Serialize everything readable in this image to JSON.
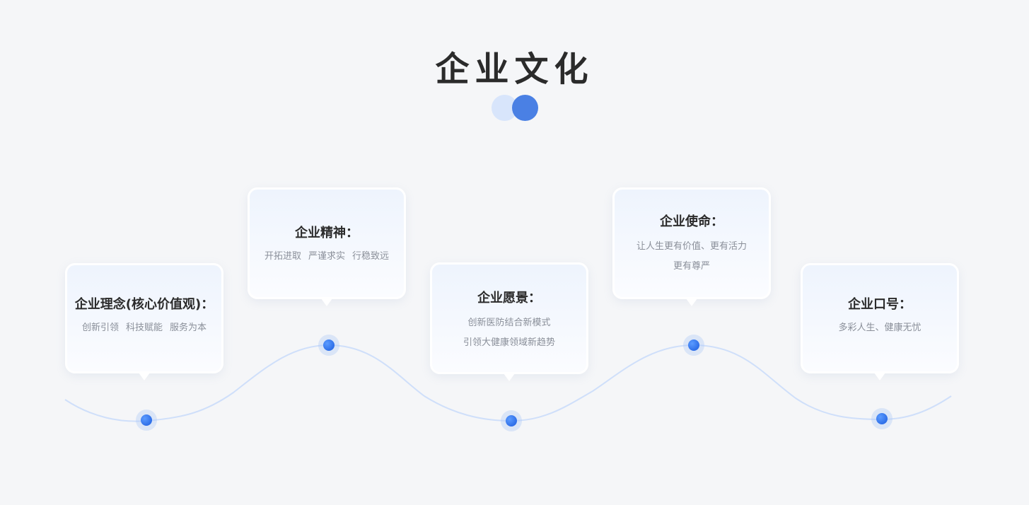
{
  "page": {
    "title": "企业文化"
  },
  "cards": [
    {
      "title": "企业理念(核心价值观)：",
      "lines": [
        [
          "创新引领",
          "科技赋能",
          "服务为本"
        ]
      ]
    },
    {
      "title": "企业精神：",
      "lines": [
        [
          "开拓进取",
          "严谨求实",
          "行稳致远"
        ]
      ]
    },
    {
      "title": "企业愿景：",
      "lines": [
        [
          "创新医防结合新模式"
        ],
        [
          "引领大健康领域新趋势"
        ]
      ]
    },
    {
      "title": "企业使命：",
      "lines": [
        [
          "让人生更有价值、更有活力"
        ],
        [
          "更有尊严"
        ]
      ]
    },
    {
      "title": "企业口号：",
      "lines": [
        [
          "多彩人生、健康无忧"
        ]
      ]
    }
  ],
  "colors": {
    "background": "#f5f6f8",
    "accent": "#4a80e4",
    "accent_light": "#d8e5fb",
    "wave": "#cfdffa",
    "title_text": "#2b2b2b",
    "body_text": "#8a8f99"
  }
}
